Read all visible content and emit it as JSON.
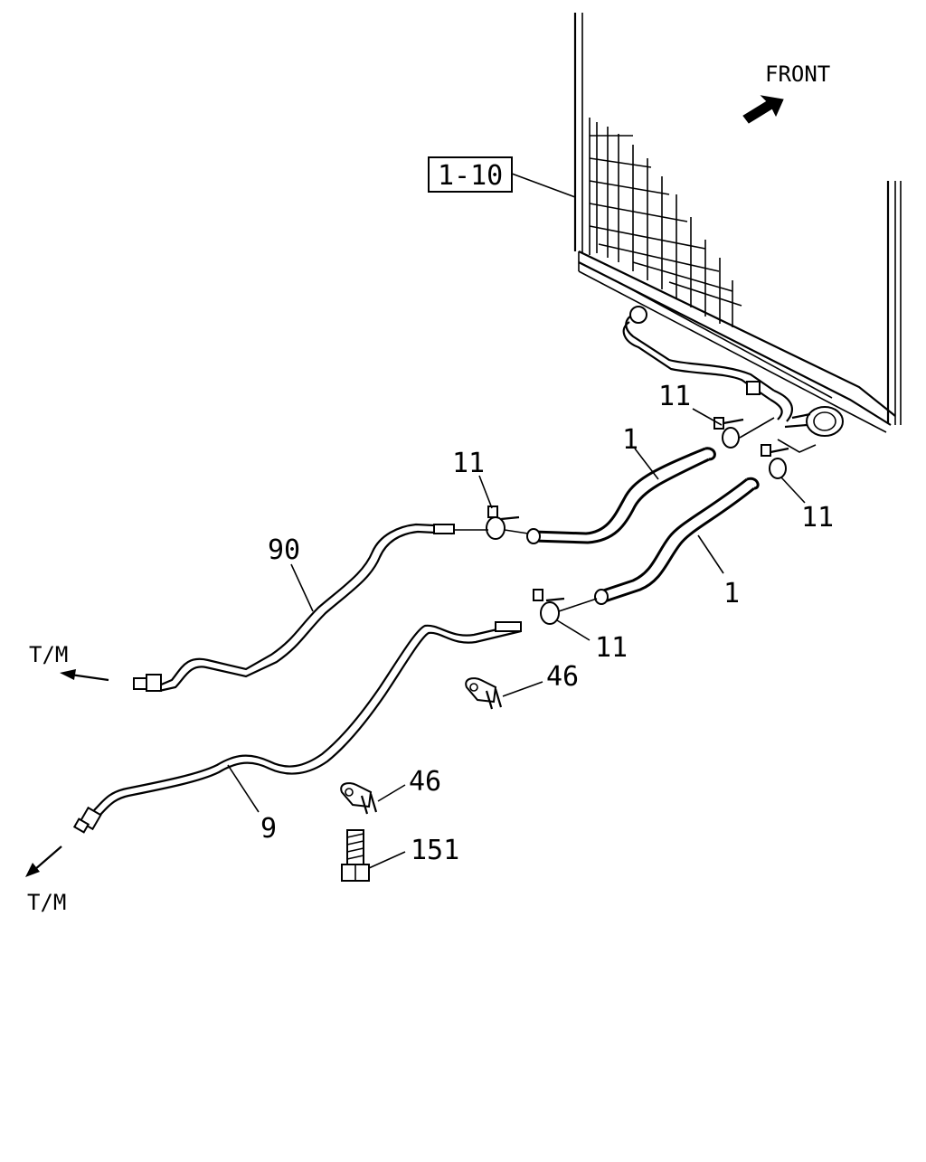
{
  "diagram": {
    "direction_label": "FRONT",
    "reference_box": "1-10",
    "tm_label_upper": "T/M",
    "tm_label_lower": "T/M",
    "callouts": {
      "hose_upper": "1",
      "hose_lower": "1",
      "clamp_top": "11",
      "clamp_right": "11",
      "clamp_mid_left": "11",
      "clamp_mid_lower": "11",
      "pipe_upper": "90",
      "pipe_lower": "9",
      "bracket_upper": "46",
      "bracket_lower": "46",
      "bolt": "151"
    }
  }
}
